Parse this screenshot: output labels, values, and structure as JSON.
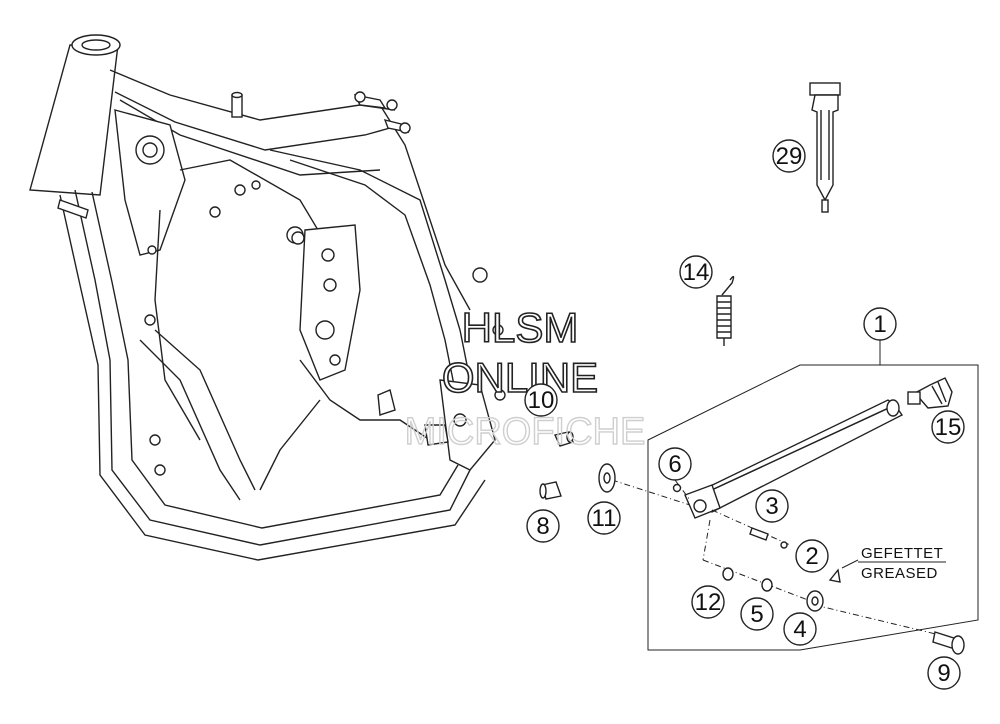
{
  "watermark": {
    "line1": "HLSM",
    "line2": "ONLINE",
    "line3": "MICROFICHE"
  },
  "note": {
    "line1": "GEFETTET",
    "line2": "GREASED"
  },
  "callouts": {
    "c1": "1",
    "c2": "2",
    "c3": "3",
    "c4": "4",
    "c5": "5",
    "c6": "6",
    "c8": "8",
    "c9": "9",
    "c10": "10",
    "c11": "11",
    "c12": "12",
    "c14": "14",
    "c15": "15",
    "c29": "29"
  }
}
